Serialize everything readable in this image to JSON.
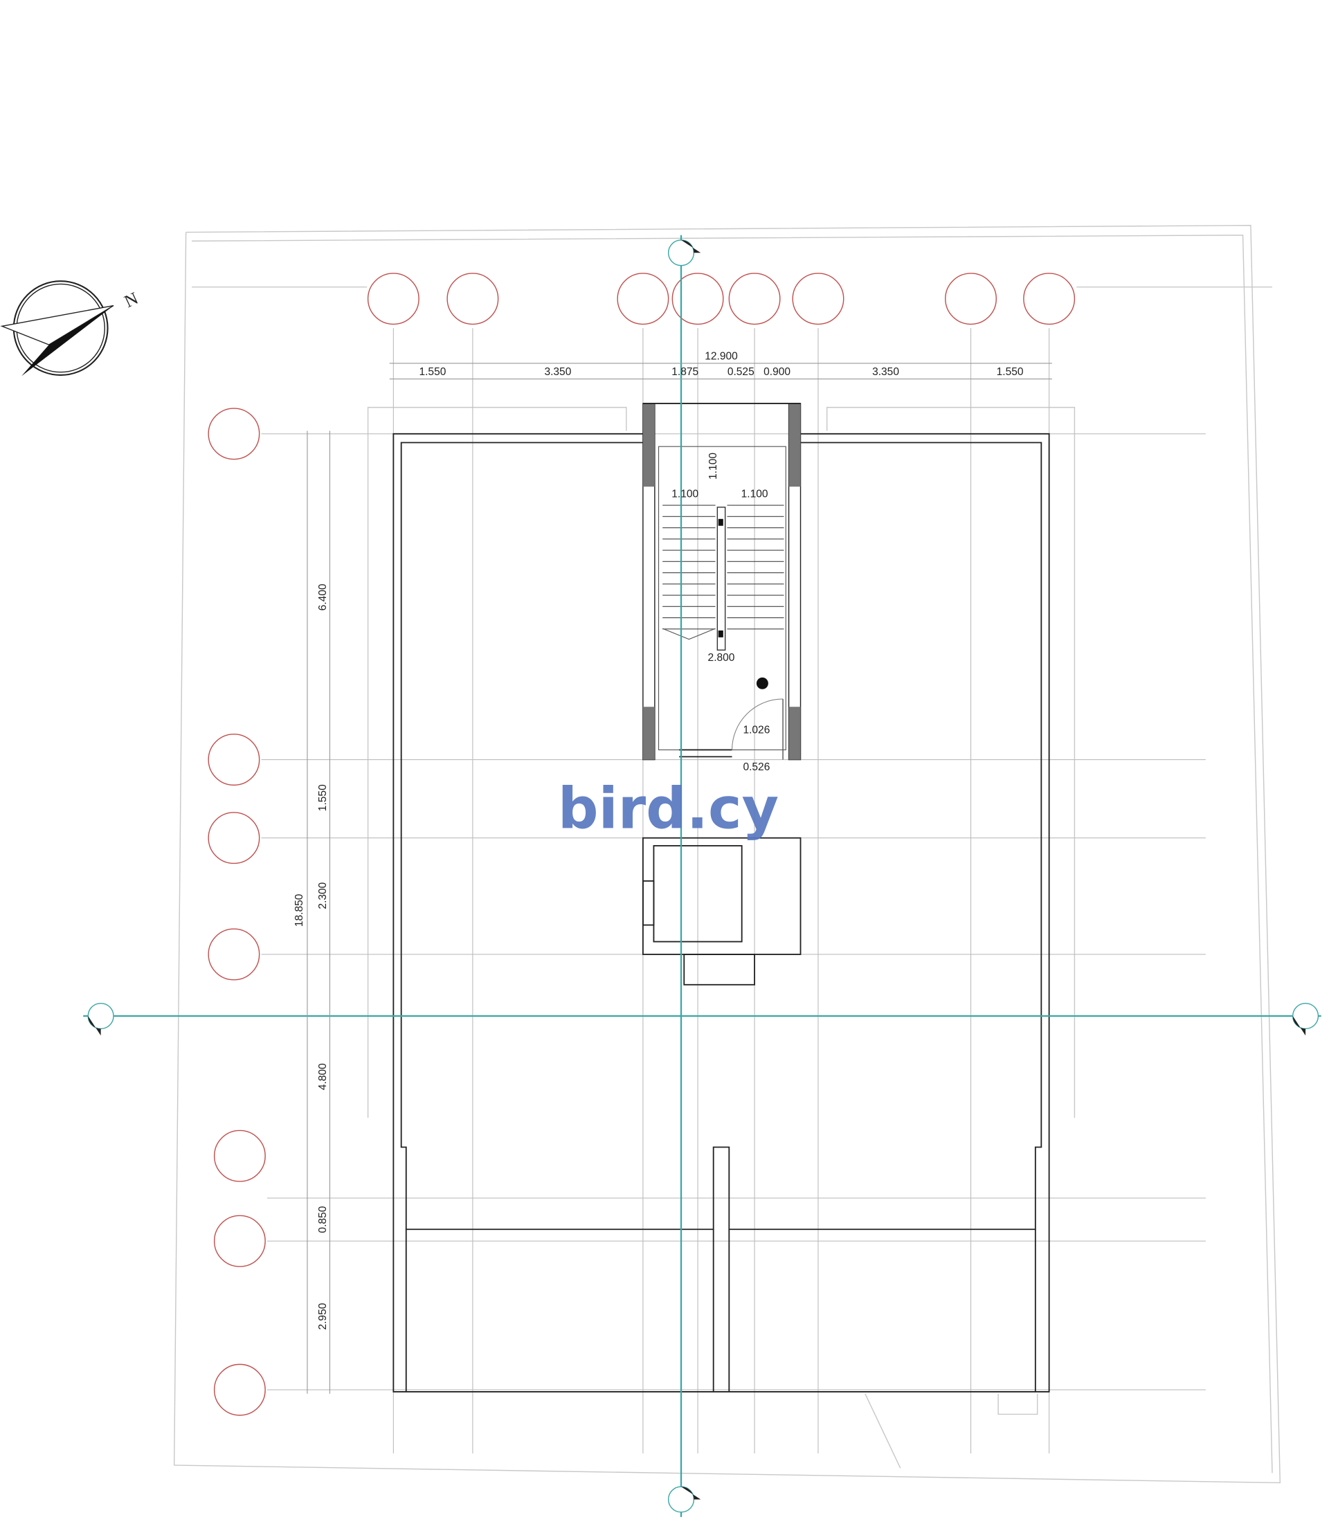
{
  "watermark": "bird.cy",
  "compass": {
    "label": "N"
  },
  "dimensions": {
    "overall_width": "12.900",
    "top_segments": [
      "1.550",
      "3.350",
      "1.875",
      "0.525",
      "0.900",
      "3.350",
      "1.550"
    ],
    "overall_depth": "18.850",
    "left_segments": [
      "6.400",
      "1.550",
      "2.300",
      "4.800",
      "0.850",
      "2.950"
    ],
    "stair": {
      "landing_depth": "1.100",
      "flight_width_left": "1.100",
      "flight_width_right": "1.100",
      "stair_length": "2.800",
      "door_width": "1.026",
      "door_offset": "0.526"
    }
  },
  "colors": {
    "grid_bubble": "#c0504d",
    "section_axis": "#3aa6a6",
    "watermark": "#5877c0"
  }
}
